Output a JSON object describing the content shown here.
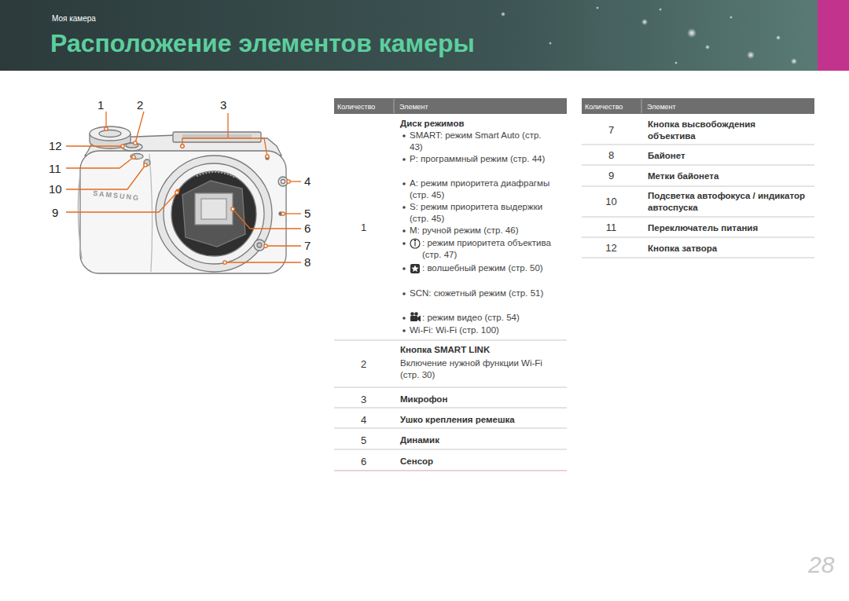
{
  "diagram": {
    "title": "Расположение элементов камеры",
    "labels": [
      "Моя камера",
      "1",
      "2",
      "3",
      "12",
      "11",
      "10",
      "9",
      "4",
      "5",
      "6",
      "7",
      "8",
      "SAMSUNG",
      "Количество",
      "Элемент",
      "1",
      "Диск режимов",
      "SMART: режим Smart Auto (стр. 43)",
      "P: программный режим (стр. 44)",
      "A: режим приоритета диафрагмы (стр. 45)",
      "S: режим приоритета выдержки (стр. 45)",
      "M: ручной режим (стр. 46)",
      ": режим приоритета объектива (стр. 47)",
      ": волшебный режим (стр. 50)",
      "SCN: сюжетный режим (стр. 51)",
      ": режим видео (стр. 54)",
      "Wi-Fi: Wi-Fi (стр. 100)",
      "2",
      "Кнопка SMART LINK",
      "Включение нужной функции Wi-Fi (стр. 30)",
      "3",
      "Микрофон",
      "4",
      "Ушко крепления ремешка",
      "5",
      "Динамик",
      "6",
      "Сенсор",
      "Количество",
      "Элемент",
      "7",
      "Кнопка высвобождения объектива",
      "8",
      "Байонет",
      "9",
      "Метки байонета",
      "10",
      "Подсветка автофокуса / индикатор автоспуска",
      "11",
      "Переключатель питания",
      "12",
      "Кнопка затвора",
      "28"
    ]
  }
}
